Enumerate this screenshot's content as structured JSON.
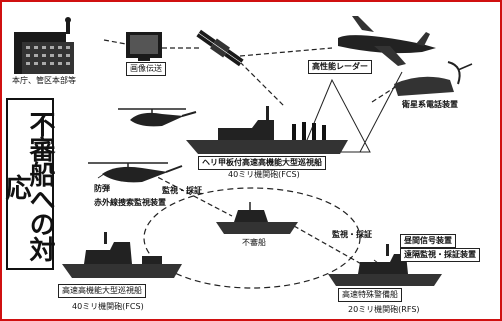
{
  "title": "不審船への対応",
  "labels": {
    "hq": "本庁、管区本部等",
    "image_transfer": "画像伝送",
    "high_perf_radar": "高性能レーダー",
    "satellite_phone": "衛星系電話装置",
    "helicopter_patrol_ship": "ヘリ甲板付高速高機能大型巡視船",
    "gun_40mm_fcs_top": "40ミリ機関砲(FCS)",
    "bulletproof": "防弾",
    "infrared_equipment": "赤外線捜索監視装置",
    "surveillance_tracking_1": "監視・採証",
    "surveillance_tracking_2": "監視・採証",
    "suspicious_ship": "不審船",
    "daylight_signal": "昼間信号装置",
    "remote_surveillance": "遠隔監視・採証装置",
    "high_speed_large_patrol": "高速高機能大型巡視船",
    "gun_40mm_fcs_bottom": "40ミリ機関砲(FCS)",
    "high_speed_special_patrol": "高速特殊警備船",
    "gun_20mm_rfs": "20ミリ機関砲(RFS)"
  },
  "colors": {
    "frame": "#d01010",
    "ink": "#111111"
  }
}
